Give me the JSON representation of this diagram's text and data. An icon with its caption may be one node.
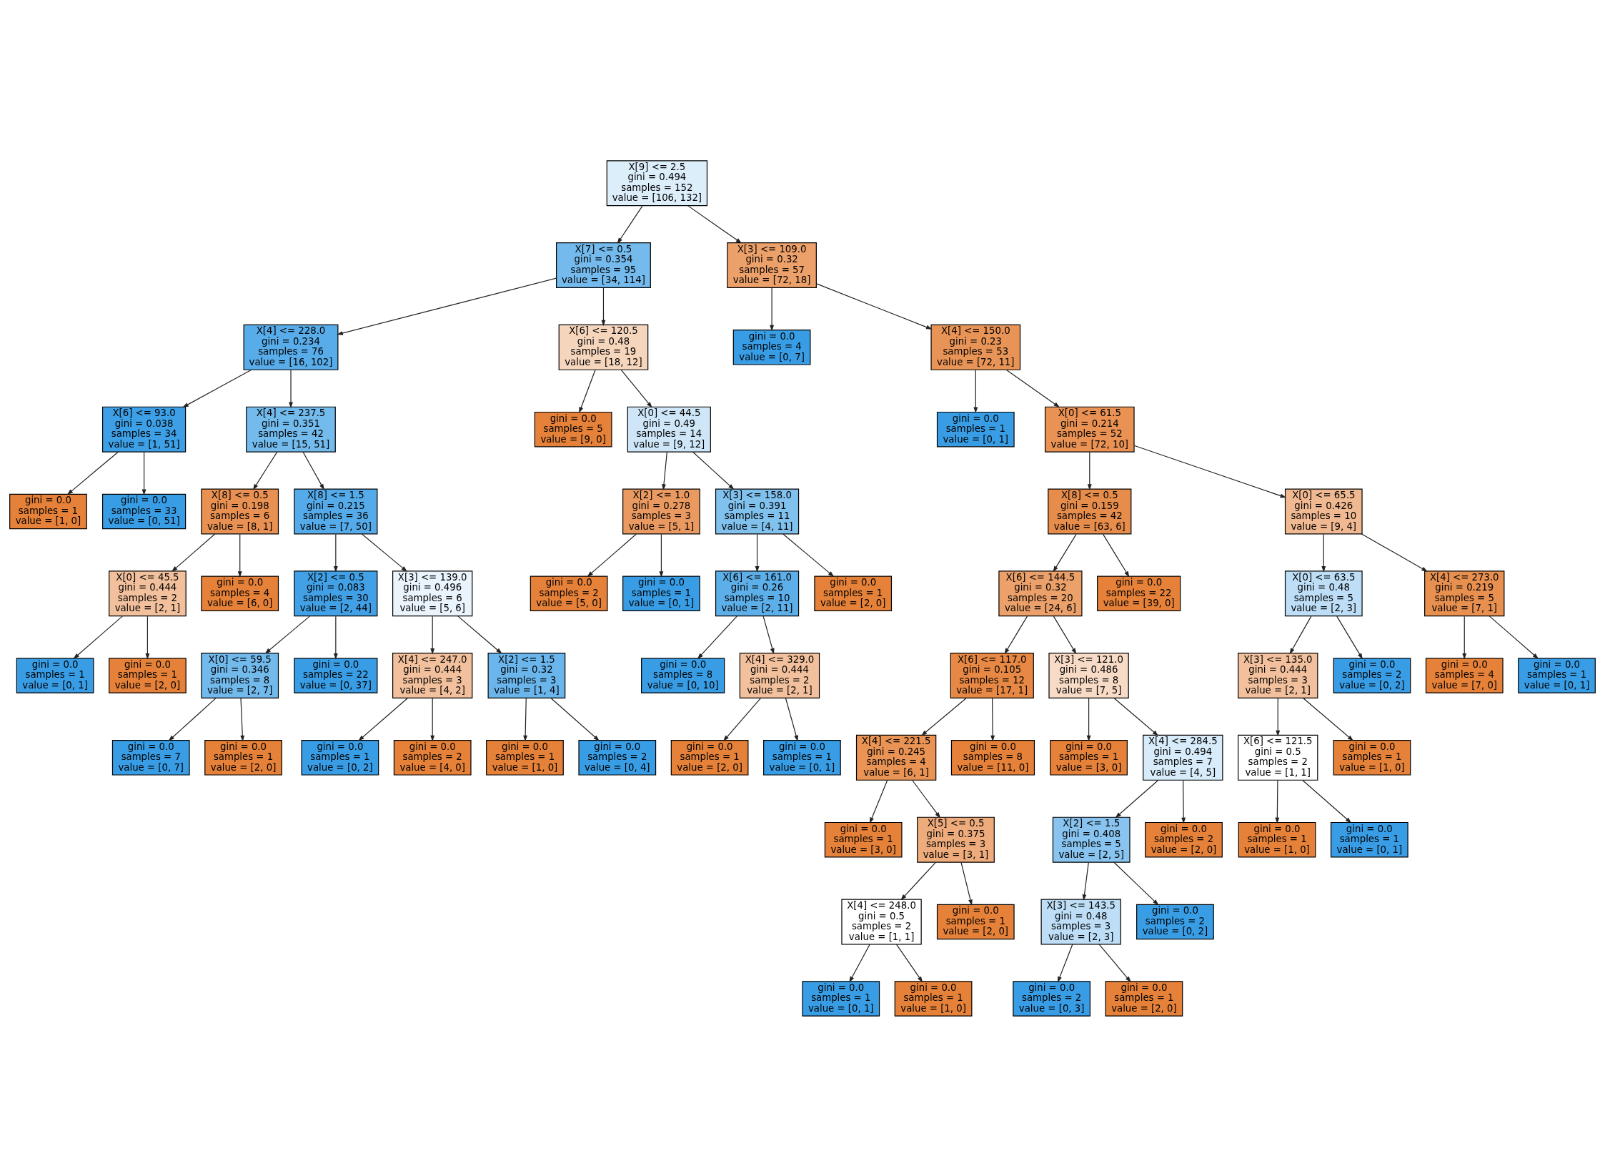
{
  "diagram": {
    "nodes": [
      {
        "text": [
          "X[9] <= 2.5",
          "gini = 0.494",
          "samples = 152",
          "value = [106, 132]"
        ]
      },
      {
        "text": [
          "X[7] <= 0.5",
          "gini = 0.354",
          "samples = 95",
          "value = [34, 114]"
        ]
      },
      {
        "text": [
          "X[4] <= 228.0",
          "gini = 0.234",
          "samples = 76",
          "value = [16, 102]"
        ]
      },
      {
        "text": [
          "X[6] <= 93.0",
          "gini = 0.038",
          "samples = 34",
          "value = [1, 51]"
        ]
      },
      {
        "text": [
          "gini = 0.0",
          "samples = 1",
          "value = [1, 0]"
        ]
      },
      {
        "text": [
          "gini = 0.0",
          "samples = 33",
          "value = [0, 51]"
        ]
      },
      {
        "text": [
          "X[4] <= 237.5",
          "gini = 0.351",
          "samples = 42",
          "value = [15, 51]"
        ]
      },
      {
        "text": [
          "X[8] <= 0.5",
          "gini = 0.198",
          "samples = 6",
          "value = [8, 1]"
        ]
      },
      {
        "text": [
          "X[0] <= 45.5",
          "gini = 0.444",
          "samples = 2",
          "value = [2, 1]"
        ]
      },
      {
        "text": [
          "gini = 0.0",
          "samples = 1",
          "value = [0, 1]"
        ]
      },
      {
        "text": [
          "gini = 0.0",
          "samples = 1",
          "value = [2, 0]"
        ]
      },
      {
        "text": [
          "gini = 0.0",
          "samples = 4",
          "value = [6, 0]"
        ]
      },
      {
        "text": [
          "X[8] <= 1.5",
          "gini = 0.215",
          "samples = 36",
          "value = [7, 50]"
        ]
      },
      {
        "text": [
          "X[2] <= 0.5",
          "gini = 0.083",
          "samples = 30",
          "value = [2, 44]"
        ]
      },
      {
        "text": [
          "X[0] <= 59.5",
          "gini = 0.346",
          "samples = 8",
          "value = [2, 7]"
        ]
      },
      {
        "text": [
          "gini = 0.0",
          "samples = 7",
          "value = [0, 7]"
        ]
      },
      {
        "text": [
          "gini = 0.0",
          "samples = 1",
          "value = [2, 0]"
        ]
      },
      {
        "text": [
          "gini = 0.0",
          "samples = 22",
          "value = [0, 37]"
        ]
      },
      {
        "text": [
          "X[3] <= 139.0",
          "gini = 0.496",
          "samples = 6",
          "value = [5, 6]"
        ]
      },
      {
        "text": [
          "X[4] <= 247.0",
          "gini = 0.444",
          "samples = 3",
          "value = [4, 2]"
        ]
      },
      {
        "text": [
          "gini = 0.0",
          "samples = 1",
          "value = [0, 2]"
        ]
      },
      {
        "text": [
          "gini = 0.0",
          "samples = 2",
          "value = [4, 0]"
        ]
      },
      {
        "text": [
          "X[2] <= 1.5",
          "gini = 0.32",
          "samples = 3",
          "value = [1, 4]"
        ]
      },
      {
        "text": [
          "gini = 0.0",
          "samples = 1",
          "value = [1, 0]"
        ]
      },
      {
        "text": [
          "gini = 0.0",
          "samples = 2",
          "value = [0, 4]"
        ]
      },
      {
        "text": [
          "X[6] <= 120.5",
          "gini = 0.48",
          "samples = 19",
          "value = [18, 12]"
        ]
      },
      {
        "text": [
          "gini = 0.0",
          "samples = 5",
          "value = [9, 0]"
        ]
      },
      {
        "text": [
          "X[0] <= 44.5",
          "gini = 0.49",
          "samples = 14",
          "value = [9, 12]"
        ]
      },
      {
        "text": [
          "X[2] <= 1.0",
          "gini = 0.278",
          "samples = 3",
          "value = [5, 1]"
        ]
      },
      {
        "text": [
          "gini = 0.0",
          "samples = 2",
          "value = [5, 0]"
        ]
      },
      {
        "text": [
          "gini = 0.0",
          "samples = 1",
          "value = [0, 1]"
        ]
      },
      {
        "text": [
          "X[3] <= 158.0",
          "gini = 0.391",
          "samples = 11",
          "value = [4, 11]"
        ]
      },
      {
        "text": [
          "X[6] <= 161.0",
          "gini = 0.26",
          "samples = 10",
          "value = [2, 11]"
        ]
      },
      {
        "text": [
          "gini = 0.0",
          "samples = 8",
          "value = [0, 10]"
        ]
      },
      {
        "text": [
          "X[4] <= 329.0",
          "gini = 0.444",
          "samples = 2",
          "value = [2, 1]"
        ]
      },
      {
        "text": [
          "gini = 0.0",
          "samples = 1",
          "value = [2, 0]"
        ]
      },
      {
        "text": [
          "gini = 0.0",
          "samples = 1",
          "value = [0, 1]"
        ]
      },
      {
        "text": [
          "gini = 0.0",
          "samples = 1",
          "value = [2, 0]"
        ]
      },
      {
        "text": [
          "X[3] <= 109.0",
          "gini = 0.32",
          "samples = 57",
          "value = [72, 18]"
        ]
      },
      {
        "text": [
          "gini = 0.0",
          "samples = 4",
          "value = [0, 7]"
        ]
      },
      {
        "text": [
          "X[4] <= 150.0",
          "gini = 0.23",
          "samples = 53",
          "value = [72, 11]"
        ]
      },
      {
        "text": [
          "gini = 0.0",
          "samples = 1",
          "value = [0, 1]"
        ]
      },
      {
        "text": [
          "X[0] <= 61.5",
          "gini = 0.214",
          "samples = 52",
          "value = [72, 10]"
        ]
      },
      {
        "text": [
          "X[8] <= 0.5",
          "gini = 0.159",
          "samples = 42",
          "value = [63, 6]"
        ]
      },
      {
        "text": [
          "X[6] <= 144.5",
          "gini = 0.32",
          "samples = 20",
          "value = [24, 6]"
        ]
      },
      {
        "text": [
          "X[6] <= 117.0",
          "gini = 0.105",
          "samples = 12",
          "value = [17, 1]"
        ]
      },
      {
        "text": [
          "X[4] <= 221.5",
          "gini = 0.245",
          "samples = 4",
          "value = [6, 1]"
        ]
      },
      {
        "text": [
          "gini = 0.0",
          "samples = 1",
          "value = [3, 0]"
        ]
      },
      {
        "text": [
          "X[5] <= 0.5",
          "gini = 0.375",
          "samples = 3",
          "value = [3, 1]"
        ]
      },
      {
        "text": [
          "X[4] <= 248.0",
          "gini = 0.5",
          "samples = 2",
          "value = [1, 1]"
        ]
      },
      {
        "text": [
          "gini = 0.0",
          "samples = 1",
          "value = [0, 1]"
        ]
      },
      {
        "text": [
          "gini = 0.0",
          "samples = 1",
          "value = [1, 0]"
        ]
      },
      {
        "text": [
          "gini = 0.0",
          "samples = 1",
          "value = [2, 0]"
        ]
      },
      {
        "text": [
          "gini = 0.0",
          "samples = 8",
          "value = [11, 0]"
        ]
      },
      {
        "text": [
          "X[3] <= 121.0",
          "gini = 0.486",
          "samples = 8",
          "value = [7, 5]"
        ]
      },
      {
        "text": [
          "gini = 0.0",
          "samples = 1",
          "value = [3, 0]"
        ]
      },
      {
        "text": [
          "X[4] <= 284.5",
          "gini = 0.494",
          "samples = 7",
          "value = [4, 5]"
        ]
      },
      {
        "text": [
          "X[2] <= 1.5",
          "gini = 0.408",
          "samples = 5",
          "value = [2, 5]"
        ]
      },
      {
        "text": [
          "X[3] <= 143.5",
          "gini = 0.48",
          "samples = 3",
          "value = [2, 3]"
        ]
      },
      {
        "text": [
          "gini = 0.0",
          "samples = 2",
          "value = [0, 3]"
        ]
      },
      {
        "text": [
          "gini = 0.0",
          "samples = 1",
          "value = [2, 0]"
        ]
      },
      {
        "text": [
          "gini = 0.0",
          "samples = 2",
          "value = [0, 2]"
        ]
      },
      {
        "text": [
          "gini = 0.0",
          "samples = 2",
          "value = [2, 0]"
        ]
      },
      {
        "text": [
          "gini = 0.0",
          "samples = 22",
          "value = [39, 0]"
        ]
      },
      {
        "text": [
          "X[0] <= 65.5",
          "gini = 0.426",
          "samples = 10",
          "value = [9, 4]"
        ]
      },
      {
        "text": [
          "X[0] <= 63.5",
          "gini = 0.48",
          "samples = 5",
          "value = [2, 3]"
        ]
      },
      {
        "text": [
          "X[3] <= 135.0",
          "gini = 0.444",
          "samples = 3",
          "value = [2, 1]"
        ]
      },
      {
        "text": [
          "X[6] <= 121.5",
          "gini = 0.5",
          "samples = 2",
          "value = [1, 1]"
        ]
      },
      {
        "text": [
          "gini = 0.0",
          "samples = 1",
          "value = [1, 0]"
        ]
      },
      {
        "text": [
          "gini = 0.0",
          "samples = 1",
          "value = [0, 1]"
        ]
      },
      {
        "text": [
          "gini = 0.0",
          "samples = 1",
          "value = [1, 0]"
        ]
      },
      {
        "text": [
          "gini = 0.0",
          "samples = 2",
          "value = [0, 2]"
        ]
      },
      {
        "text": [
          "X[4] <= 273.0",
          "gini = 0.219",
          "samples = 5",
          "value = [7, 1]"
        ]
      },
      {
        "text": [
          "gini = 0.0",
          "samples = 4",
          "value = [7, 0]"
        ]
      },
      {
        "text": [
          "gini = 0.0",
          "samples = 1",
          "value = [0, 1]"
        ]
      }
    ],
    "edges": [
      {
        "from": 0,
        "to": 1,
        "arrow": "to"
      },
      {
        "from": 1,
        "to": 2,
        "arrow": "to"
      },
      {
        "from": 2,
        "to": 3,
        "arrow": "to"
      },
      {
        "from": 3,
        "to": 4,
        "arrow": "to"
      },
      {
        "from": 3,
        "to": 5,
        "arrow": "to"
      },
      {
        "from": 2,
        "to": 6,
        "arrow": "to"
      },
      {
        "from": 6,
        "to": 7,
        "arrow": "to"
      },
      {
        "from": 7,
        "to": 8,
        "arrow": "to"
      },
      {
        "from": 8,
        "to": 9,
        "arrow": "to"
      },
      {
        "from": 8,
        "to": 10,
        "arrow": "to"
      },
      {
        "from": 7,
        "to": 11,
        "arrow": "to"
      },
      {
        "from": 6,
        "to": 12,
        "arrow": "to"
      },
      {
        "from": 12,
        "to": 13,
        "arrow": "to"
      },
      {
        "from": 13,
        "to": 14,
        "arrow": "to"
      },
      {
        "from": 14,
        "to": 15,
        "arrow": "to"
      },
      {
        "from": 14,
        "to": 16,
        "arrow": "to"
      },
      {
        "from": 13,
        "to": 17,
        "arrow": "to"
      },
      {
        "from": 12,
        "to": 18,
        "arrow": "to"
      },
      {
        "from": 18,
        "to": 19,
        "arrow": "to"
      },
      {
        "from": 19,
        "to": 20,
        "arrow": "to"
      },
      {
        "from": 19,
        "to": 21,
        "arrow": "to"
      },
      {
        "from": 18,
        "to": 22,
        "arrow": "to"
      },
      {
        "from": 22,
        "to": 23,
        "arrow": "to"
      },
      {
        "from": 22,
        "to": 24,
        "arrow": "to"
      },
      {
        "from": 1,
        "to": 25,
        "arrow": "to"
      },
      {
        "from": 25,
        "to": 26,
        "arrow": "to"
      },
      {
        "from": 25,
        "to": 27,
        "arrow": "to"
      },
      {
        "from": 27,
        "to": 28,
        "arrow": "to"
      },
      {
        "from": 28,
        "to": 29,
        "arrow": "to"
      },
      {
        "from": 28,
        "to": 30,
        "arrow": "to"
      },
      {
        "from": 27,
        "to": 31,
        "arrow": "to"
      },
      {
        "from": 31,
        "to": 32,
        "arrow": "to"
      },
      {
        "from": 32,
        "to": 33,
        "arrow": "to"
      },
      {
        "from": 32,
        "to": 34,
        "arrow": "to"
      },
      {
        "from": 34,
        "to": 35,
        "arrow": "to"
      },
      {
        "from": 34,
        "to": 36,
        "arrow": "to"
      },
      {
        "from": 31,
        "to": 37,
        "arrow": "to"
      },
      {
        "from": 0,
        "to": 38,
        "arrow": "to"
      },
      {
        "from": 38,
        "to": 39,
        "arrow": "to"
      },
      {
        "from": 38,
        "to": 40,
        "arrow": "to"
      },
      {
        "from": 40,
        "to": 41,
        "arrow": "to"
      },
      {
        "from": 40,
        "to": 42,
        "arrow": "to"
      },
      {
        "from": 42,
        "to": 43,
        "arrow": "to"
      },
      {
        "from": 43,
        "to": 44,
        "arrow": "to"
      },
      {
        "from": 44,
        "to": 45,
        "arrow": "to"
      },
      {
        "from": 45,
        "to": 46,
        "arrow": "to"
      },
      {
        "from": 46,
        "to": 47,
        "arrow": "to"
      },
      {
        "from": 46,
        "to": 48,
        "arrow": "to"
      },
      {
        "from": 48,
        "to": 49,
        "arrow": "to"
      },
      {
        "from": 49,
        "to": 50,
        "arrow": "to"
      },
      {
        "from": 49,
        "to": 51,
        "arrow": "to"
      },
      {
        "from": 48,
        "to": 52,
        "arrow": "to"
      },
      {
        "from": 45,
        "to": 53,
        "arrow": "to"
      },
      {
        "from": 44,
        "to": 54,
        "arrow": "to"
      },
      {
        "from": 54,
        "to": 55,
        "arrow": "to"
      },
      {
        "from": 54,
        "to": 56,
        "arrow": "to"
      },
      {
        "from": 56,
        "to": 57,
        "arrow": "to"
      },
      {
        "from": 57,
        "to": 58,
        "arrow": "to"
      },
      {
        "from": 58,
        "to": 59,
        "arrow": "to"
      },
      {
        "from": 58,
        "to": 60,
        "arrow": "to"
      },
      {
        "from": 57,
        "to": 61,
        "arrow": "to"
      },
      {
        "from": 56,
        "to": 62,
        "arrow": "to"
      },
      {
        "from": 43,
        "to": 63,
        "arrow": "to"
      },
      {
        "from": 42,
        "to": 64,
        "arrow": "to"
      },
      {
        "from": 64,
        "to": 65,
        "arrow": "to"
      },
      {
        "from": 65,
        "to": 66,
        "arrow": "to"
      },
      {
        "from": 66,
        "to": 67,
        "arrow": "to"
      },
      {
        "from": 67,
        "to": 68,
        "arrow": "to"
      },
      {
        "from": 67,
        "to": 69,
        "arrow": "to"
      },
      {
        "from": 66,
        "to": 70,
        "arrow": "to"
      },
      {
        "from": 65,
        "to": 71,
        "arrow": "to"
      },
      {
        "from": 64,
        "to": 72,
        "arrow": "to"
      },
      {
        "from": 72,
        "to": 73,
        "arrow": "to"
      },
      {
        "from": 72,
        "to": 74,
        "arrow": "to"
      }
    ]
  }
}
